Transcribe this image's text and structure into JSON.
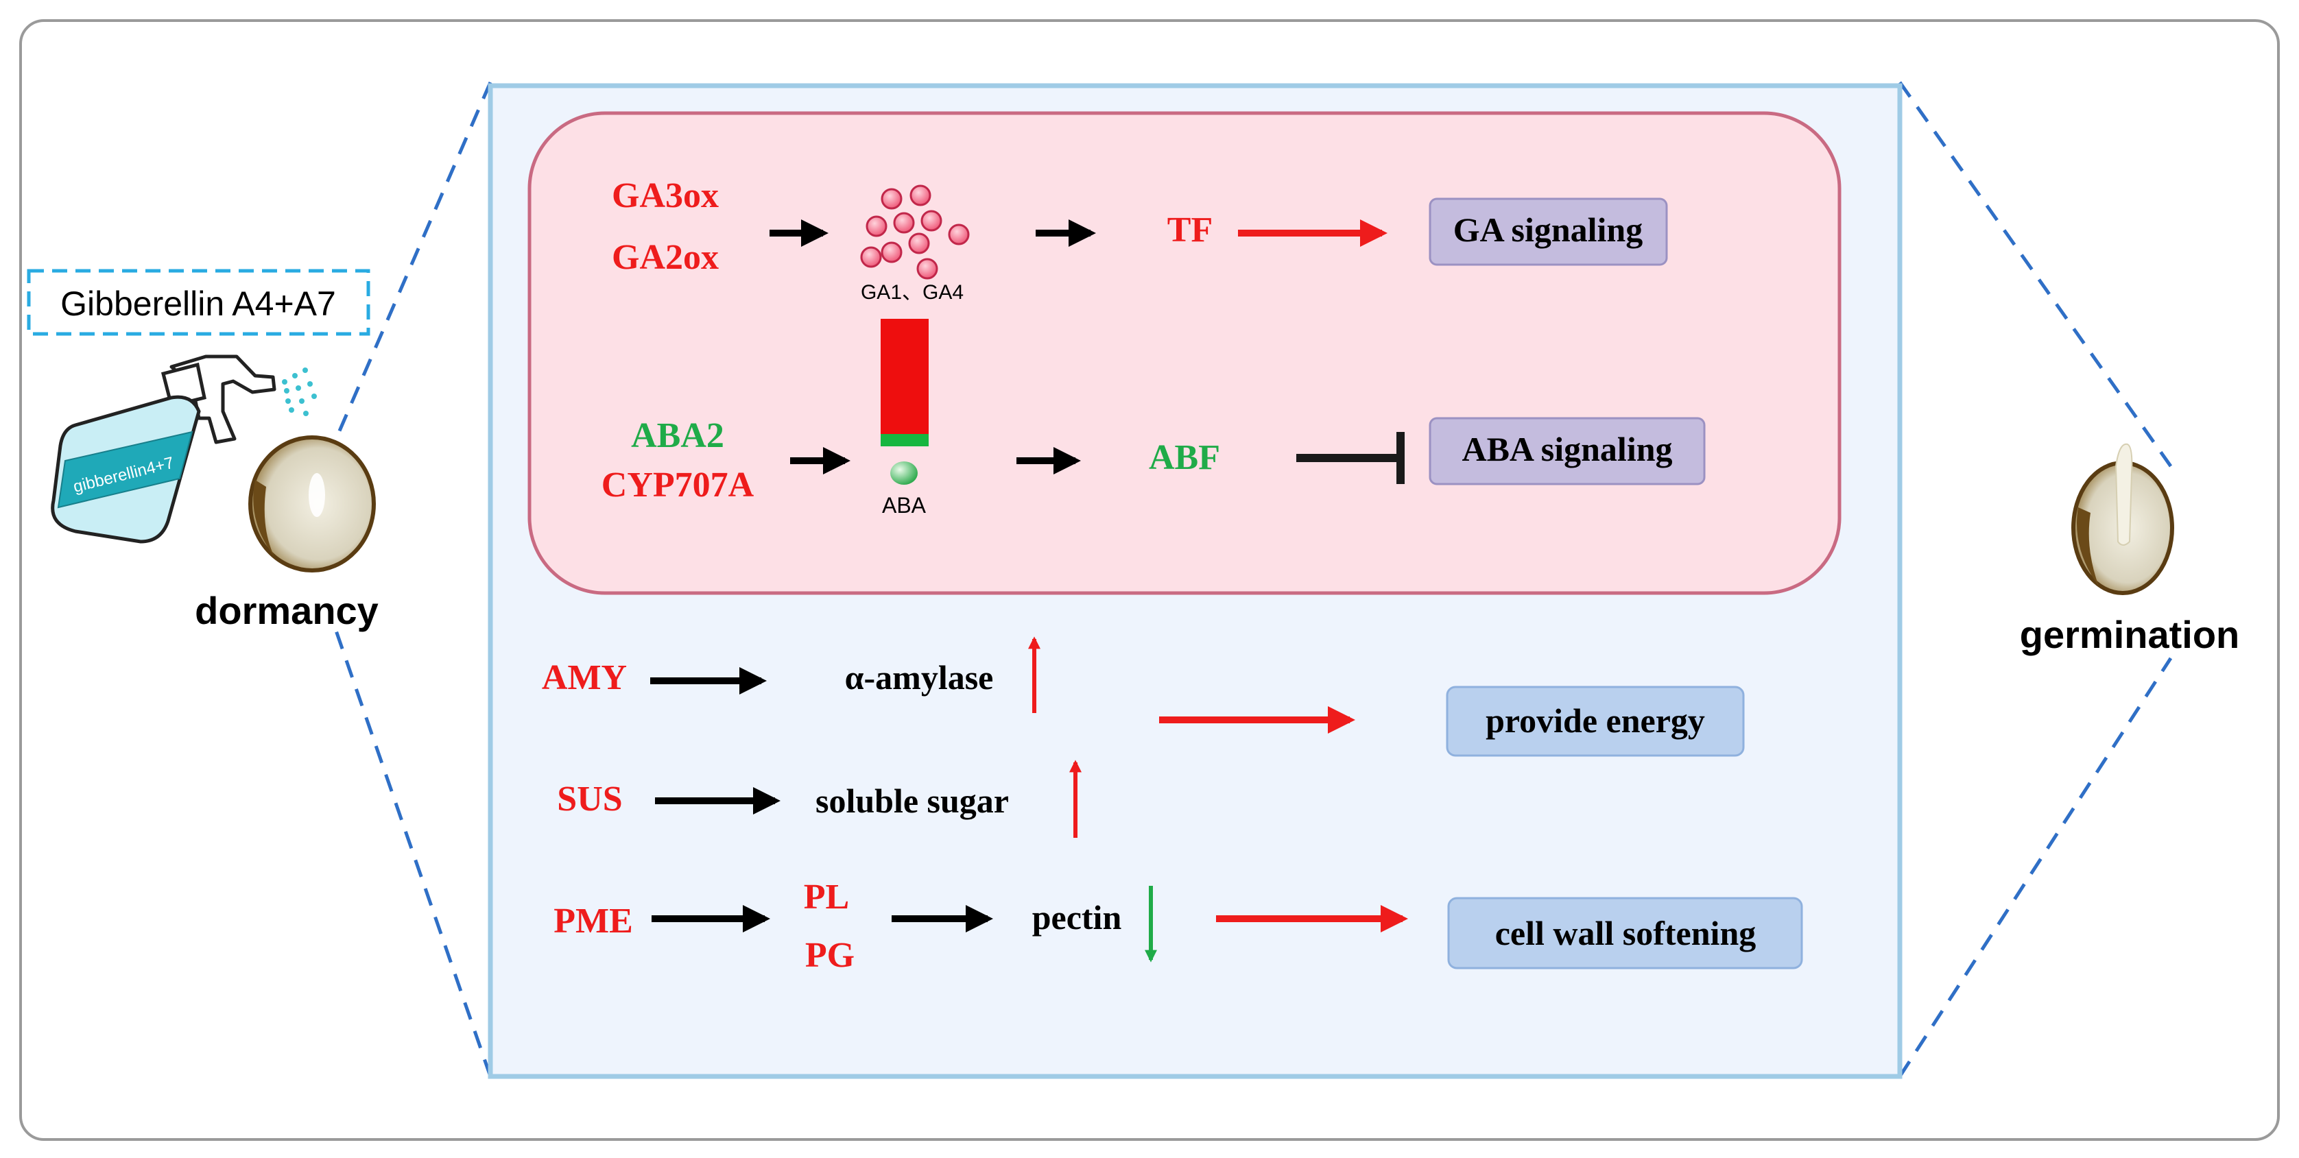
{
  "left": {
    "treatment_label": "Gibberellin A4+A7",
    "bottle_label": "gibberellin4+7",
    "state_label": "dormancy"
  },
  "right": {
    "state_label": "germination"
  },
  "hormone_panel": {
    "ga_genes": [
      "GA3ox",
      "GA2ox"
    ],
    "ga_molecules_label": "GA1、GA4",
    "ga_tf": "TF",
    "ga_signaling": "GA signaling",
    "aba_genes": [
      "ABA2",
      "CYP707A"
    ],
    "aba_label": "ABA",
    "aba_tf": "ABF",
    "aba_signaling": "ABA signaling"
  },
  "metabolism": {
    "amy_gene": "AMY",
    "amy_product": "α-amylase",
    "sus_gene": "SUS",
    "sus_product": "soluble sugar",
    "energy_outcome": "provide energy",
    "pme_gene": "PME",
    "pl_gene": "PL",
    "pg_gene": "PG",
    "pectin_product": "pectin",
    "wall_outcome": "cell wall softening"
  },
  "colors": {
    "up_regulated": "#ee1c1c",
    "down_regulated": "#1fab48",
    "inner_panel": "#fde0e6",
    "outer_panel": "#eef4fd",
    "outcome_box": "#b9d0ee",
    "signaling_box": "#c4bcde"
  }
}
